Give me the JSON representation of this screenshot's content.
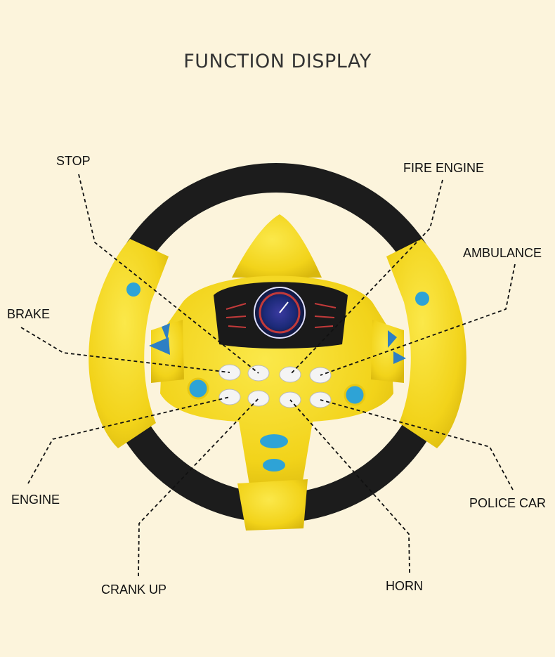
{
  "title": "FUNCTION DISPLAY",
  "labels": {
    "stop": "STOP",
    "fire_engine": "FIRE ENGINE",
    "ambulance": "AMBULANCE",
    "brake": "BRAKE",
    "engine": "ENGINE",
    "police_car": "POLICE CAR",
    "crank_up": "CRANK UP",
    "horn": "HORN"
  },
  "colors": {
    "background": "#fcf4dc",
    "wheel_rim": "#1c1c1c",
    "wheel_body": "#f6dc1e",
    "accent_blue": "#2ea3d6",
    "screen": "#1a1a1a"
  }
}
